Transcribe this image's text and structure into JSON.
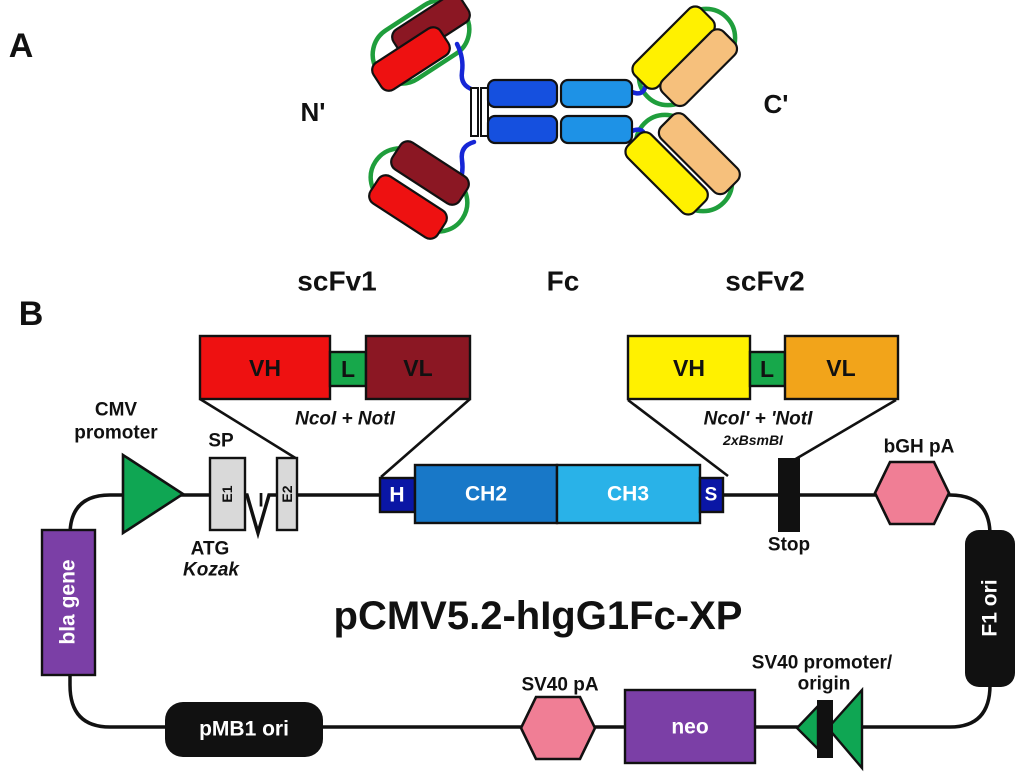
{
  "figure": {
    "panel_a": {
      "label": "A",
      "n_terminus": "N'",
      "c_terminus": "C'"
    },
    "panel_b": {
      "label": "B",
      "plasmid_name": "pCMV5.2-hIgG1Fc-XP",
      "headers": {
        "scfv1": "scFv1",
        "fc": "Fc",
        "scfv2": "scFv2"
      },
      "scfv1_cassette": {
        "vh": "VH",
        "linker": "L",
        "vl": "VL",
        "cloning_sites": "NcoI + NotI"
      },
      "scfv2_cassette": {
        "vh": "VH",
        "linker": "L",
        "vl": "VL",
        "cloning_sites": "NcoI' + 'NotI",
        "cloning_sites_2": "2xBsmBI"
      },
      "elements": {
        "cmv_promoter_line1": "CMV",
        "cmv_promoter_line2": "promoter",
        "sp": "SP",
        "e1": "E1",
        "intron": "I",
        "e2": "E2",
        "atg": "ATG",
        "kozak": "Kozak",
        "hinge": "H",
        "ch2": "CH2",
        "ch3": "CH3",
        "s_box": "S",
        "stop": "Stop",
        "bgh_pa": "bGH pA",
        "f1_ori": "F1 ori",
        "bla_gene": "bla gene",
        "pmb1_ori": "pMB1 ori",
        "sv40_pa": "SV40 pA",
        "neo": "neo",
        "sv40_promoter_line1": "SV40 promoter/",
        "sv40_promoter_line2": "origin"
      }
    },
    "colors": {
      "vh1_red": "#ee1111",
      "vl1_maroon": "#8b1723",
      "vh2_yellow": "#fff100",
      "vl2_orange": "#f2a41a",
      "panel_a_orange": "#f6c07c",
      "linker_green": "#17a84b",
      "loop_green": "#1f9e3c",
      "cmv_green": "#0fa653",
      "ch2_blue": "#1878c8",
      "ch3_light_blue": "#29b2e8",
      "panel_a_blue1": "#1550df",
      "panel_a_blue2": "#1e92e6",
      "hinge_navy": "#0a16a5",
      "wavy_blue": "#1626d6",
      "pa_pink": "#f07e95",
      "gene_purple": "#7b3fa6",
      "exon_gray": "#d9d9d9",
      "backbone_black": "#111111"
    }
  }
}
